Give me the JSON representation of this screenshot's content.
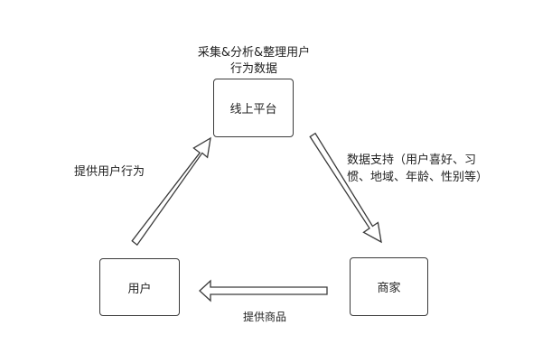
{
  "nodes": {
    "platform": "线上平台",
    "user": "用户",
    "merchant": "商家"
  },
  "edge_labels": {
    "platform_top_line1": "采集&分析&整理用户",
    "platform_top_line2": "行为数据",
    "user_to_platform": "提供用户行为",
    "platform_to_merchant_line1": "数据支持（用户喜好、习",
    "platform_to_merchant_line2": "惯、地域、年龄、性别等）",
    "merchant_to_user": "提供商品"
  },
  "colors": {
    "stroke": "#3a3a3a",
    "text": "#222222",
    "background": "#ffffff"
  }
}
